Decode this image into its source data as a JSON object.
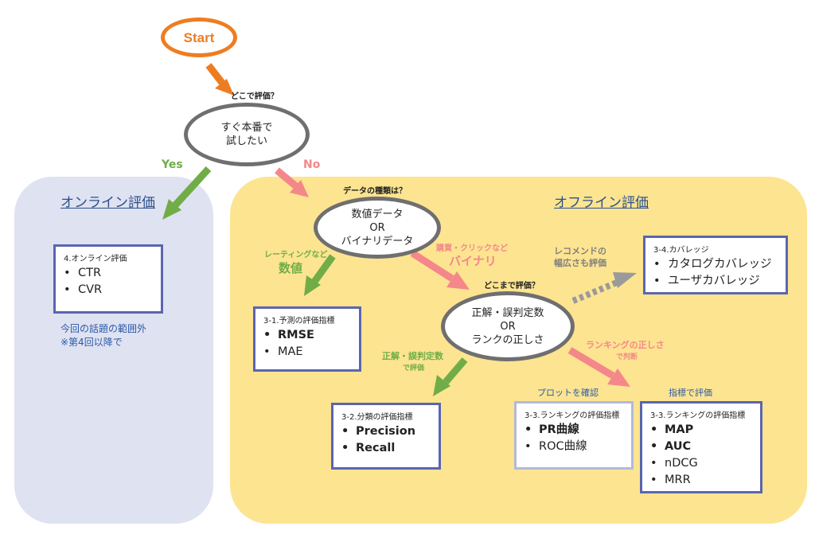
{
  "start": "Start",
  "q1": {
    "question": "どこで評価？",
    "text_line1": "すぐ本番で",
    "text_line2": "試したい"
  },
  "branch_yes": "Yes",
  "branch_no": "No",
  "online": {
    "title": "オンライン評価",
    "box_title": "4.オンライン評価",
    "items": [
      "CTR",
      "CVR"
    ],
    "note_line1": "今回の話題の範囲外",
    "note_line2": "※第4回以降で"
  },
  "offline": {
    "title": "オフライン評価"
  },
  "q2": {
    "question": "データの種類は？",
    "line1": "数値データ",
    "line2": "OR",
    "line3": "バイナリデータ"
  },
  "q2_left": {
    "small": "レーティングなど",
    "big": "数値"
  },
  "q2_right": {
    "small": "購買・クリックなど",
    "big": "バイナリ"
  },
  "box_3_1": {
    "title": "3-1.予測の評価指標",
    "items": [
      "RMSE",
      "MAE"
    ]
  },
  "q3": {
    "question": "どこまで評価？",
    "line1": "正解・誤判定数",
    "line2": "OR",
    "line3": "ランクの正しさ"
  },
  "q3_left": {
    "big": "正解・誤判定数",
    "small": "で評価"
  },
  "q3_right": {
    "big": "ランキングの正しさ",
    "small": "で判断"
  },
  "reco": {
    "line1": "レコメンドの",
    "line2": "幅広さも評価"
  },
  "box_3_4": {
    "title": "3-4.カバレッジ",
    "items": [
      "カタログカバレッジ",
      "ユーザカバレッジ"
    ]
  },
  "box_3_2": {
    "title": "3-2.分類の評価指標",
    "items": [
      "Precision",
      "Recall"
    ]
  },
  "plot_label": "プロットを確認",
  "metric_label": "指標で評価",
  "box_3_3a": {
    "title": "3-3.ランキングの評価指標",
    "items": [
      "PR曲線",
      "ROC曲線"
    ]
  },
  "box_3_3b": {
    "title": "3-3.ランキングの評価指標",
    "items": [
      "MAP",
      "AUC",
      "nDCG",
      "MRR"
    ]
  },
  "colors": {
    "start": "#ee7d22",
    "yes": "#70ad47",
    "no": "#f4878a",
    "online_bg": "#dfe2f1",
    "offline_bg": "#fde491",
    "box_border": "#5a65b0"
  }
}
